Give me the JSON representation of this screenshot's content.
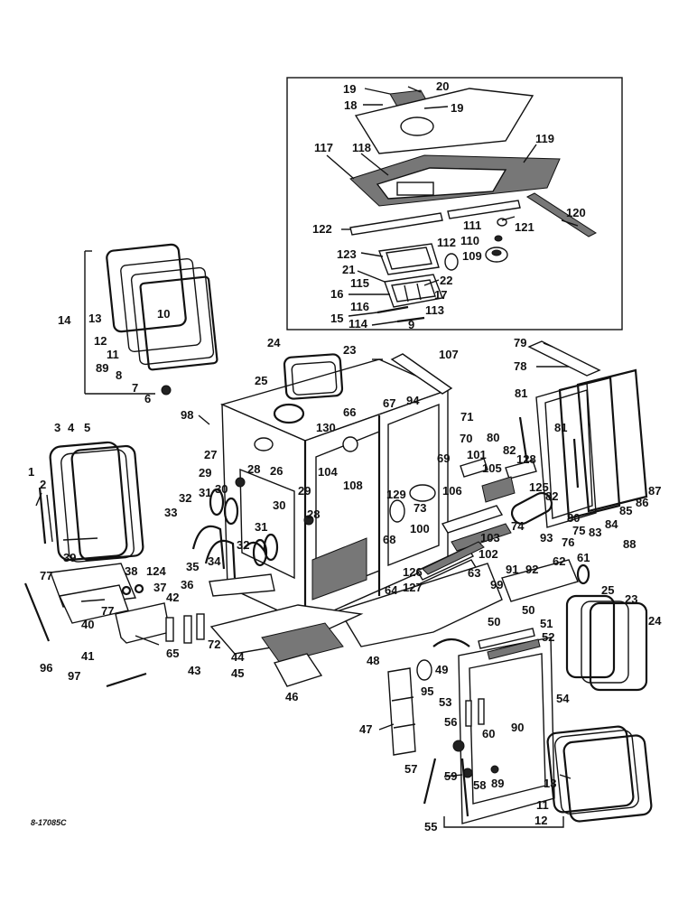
{
  "drawing_code": "8-17085C",
  "labels": [
    {
      "id": "19a",
      "text": "19"
    },
    {
      "id": "20",
      "text": "20"
    },
    {
      "id": "18",
      "text": "18"
    },
    {
      "id": "19b",
      "text": "19"
    },
    {
      "id": "117",
      "text": "117"
    },
    {
      "id": "118",
      "text": "118"
    },
    {
      "id": "119",
      "text": "119"
    },
    {
      "id": "120",
      "text": "120"
    },
    {
      "id": "122",
      "text": "122"
    },
    {
      "id": "121",
      "text": "121"
    },
    {
      "id": "111",
      "text": "111"
    },
    {
      "id": "110",
      "text": "110"
    },
    {
      "id": "109",
      "text": "109"
    },
    {
      "id": "123",
      "text": "123"
    },
    {
      "id": "112",
      "text": "112"
    },
    {
      "id": "21",
      "text": "21"
    },
    {
      "id": "22",
      "text": "22"
    },
    {
      "id": "115",
      "text": "115"
    },
    {
      "id": "16",
      "text": "16"
    },
    {
      "id": "17",
      "text": "17"
    },
    {
      "id": "116",
      "text": "116"
    },
    {
      "id": "113",
      "text": "113"
    },
    {
      "id": "15",
      "text": "15"
    },
    {
      "id": "114",
      "text": "114"
    },
    {
      "id": "9",
      "text": "9"
    },
    {
      "id": "14",
      "text": "14"
    },
    {
      "id": "13a",
      "text": "13"
    },
    {
      "id": "10",
      "text": "10"
    },
    {
      "id": "12a",
      "text": "12"
    },
    {
      "id": "11a",
      "text": "11"
    },
    {
      "id": "89a",
      "text": "89"
    },
    {
      "id": "8",
      "text": "8"
    },
    {
      "id": "7",
      "text": "7"
    },
    {
      "id": "6",
      "text": "6"
    },
    {
      "id": "24a",
      "text": "24"
    },
    {
      "id": "23a",
      "text": "23"
    },
    {
      "id": "25a",
      "text": "25"
    },
    {
      "id": "107",
      "text": "107"
    },
    {
      "id": "79",
      "text": "79"
    },
    {
      "id": "78",
      "text": "78"
    },
    {
      "id": "98",
      "text": "98"
    },
    {
      "id": "66",
      "text": "66"
    },
    {
      "id": "67",
      "text": "67"
    },
    {
      "id": "94",
      "text": "94"
    },
    {
      "id": "71",
      "text": "71"
    },
    {
      "id": "130",
      "text": "130"
    },
    {
      "id": "81a",
      "text": "81"
    },
    {
      "id": "81b",
      "text": "81"
    },
    {
      "id": "80a",
      "text": "80"
    },
    {
      "id": "70",
      "text": "70"
    },
    {
      "id": "3",
      "text": "3"
    },
    {
      "id": "4",
      "text": "4"
    },
    {
      "id": "5",
      "text": "5"
    },
    {
      "id": "27",
      "text": "27"
    },
    {
      "id": "26",
      "text": "26"
    },
    {
      "id": "28a",
      "text": "28"
    },
    {
      "id": "82a",
      "text": "82"
    },
    {
      "id": "101",
      "text": "101"
    },
    {
      "id": "128",
      "text": "128"
    },
    {
      "id": "69",
      "text": "69"
    },
    {
      "id": "1",
      "text": "1"
    },
    {
      "id": "2",
      "text": "2"
    },
    {
      "id": "29a",
      "text": "29"
    },
    {
      "id": "104",
      "text": "104"
    },
    {
      "id": "105",
      "text": "105"
    },
    {
      "id": "125",
      "text": "125"
    },
    {
      "id": "87",
      "text": "87"
    },
    {
      "id": "108",
      "text": "108"
    },
    {
      "id": "106",
      "text": "106"
    },
    {
      "id": "82b",
      "text": "82"
    },
    {
      "id": "86",
      "text": "86"
    },
    {
      "id": "30a",
      "text": "30"
    },
    {
      "id": "32a",
      "text": "32"
    },
    {
      "id": "31a",
      "text": "31"
    },
    {
      "id": "29b",
      "text": "29"
    },
    {
      "id": "129",
      "text": "129"
    },
    {
      "id": "73",
      "text": "73"
    },
    {
      "id": "80b",
      "text": "80"
    },
    {
      "id": "85",
      "text": "85"
    },
    {
      "id": "33",
      "text": "33"
    },
    {
      "id": "30b",
      "text": "30"
    },
    {
      "id": "28b",
      "text": "28"
    },
    {
      "id": "100",
      "text": "100"
    },
    {
      "id": "75",
      "text": "75"
    },
    {
      "id": "84",
      "text": "84"
    },
    {
      "id": "31b",
      "text": "31"
    },
    {
      "id": "74",
      "text": "74"
    },
    {
      "id": "83",
      "text": "83"
    },
    {
      "id": "76",
      "text": "76"
    },
    {
      "id": "93",
      "text": "93"
    },
    {
      "id": "68",
      "text": "68"
    },
    {
      "id": "103",
      "text": "103"
    },
    {
      "id": "88",
      "text": "88"
    },
    {
      "id": "32b",
      "text": "32"
    },
    {
      "id": "39",
      "text": "39"
    },
    {
      "id": "38",
      "text": "38"
    },
    {
      "id": "124",
      "text": "124"
    },
    {
      "id": "34",
      "text": "34"
    },
    {
      "id": "102",
      "text": "102"
    },
    {
      "id": "91",
      "text": "91"
    },
    {
      "id": "92",
      "text": "92"
    },
    {
      "id": "77a",
      "text": "77"
    },
    {
      "id": "37",
      "text": "37"
    },
    {
      "id": "35",
      "text": "35"
    },
    {
      "id": "62",
      "text": "62"
    },
    {
      "id": "61",
      "text": "61"
    },
    {
      "id": "63",
      "text": "63"
    },
    {
      "id": "99",
      "text": "99"
    },
    {
      "id": "36",
      "text": "36"
    },
    {
      "id": "126",
      "text": "126"
    },
    {
      "id": "25b",
      "text": "25"
    },
    {
      "id": "42",
      "text": "42"
    },
    {
      "id": "127",
      "text": "127"
    },
    {
      "id": "23b",
      "text": "23"
    },
    {
      "id": "64",
      "text": "64"
    },
    {
      "id": "40",
      "text": "40"
    },
    {
      "id": "77b",
      "text": "77"
    },
    {
      "id": "50a",
      "text": "50"
    },
    {
      "id": "24b",
      "text": "24"
    },
    {
      "id": "50b",
      "text": "50"
    },
    {
      "id": "72",
      "text": "72"
    },
    {
      "id": "65",
      "text": "65"
    },
    {
      "id": "41",
      "text": "41"
    },
    {
      "id": "51",
      "text": "51"
    },
    {
      "id": "44",
      "text": "44"
    },
    {
      "id": "48",
      "text": "48"
    },
    {
      "id": "43",
      "text": "43"
    },
    {
      "id": "96",
      "text": "96"
    },
    {
      "id": "52",
      "text": "52"
    },
    {
      "id": "45",
      "text": "45"
    },
    {
      "id": "97",
      "text": "97"
    },
    {
      "id": "49",
      "text": "49"
    },
    {
      "id": "95",
      "text": "95"
    },
    {
      "id": "46",
      "text": "46"
    },
    {
      "id": "53",
      "text": "53"
    },
    {
      "id": "54",
      "text": "54"
    },
    {
      "id": "90",
      "text": "90"
    },
    {
      "id": "60",
      "text": "60"
    },
    {
      "id": "47",
      "text": "47"
    },
    {
      "id": "56",
      "text": "56"
    },
    {
      "id": "57",
      "text": "57"
    },
    {
      "id": "58",
      "text": "58"
    },
    {
      "id": "59",
      "text": "59"
    },
    {
      "id": "13b",
      "text": "13"
    },
    {
      "id": "89b",
      "text": "89"
    },
    {
      "id": "11b",
      "text": "11"
    },
    {
      "id": "12b",
      "text": "12"
    },
    {
      "id": "55",
      "text": "55"
    }
  ]
}
